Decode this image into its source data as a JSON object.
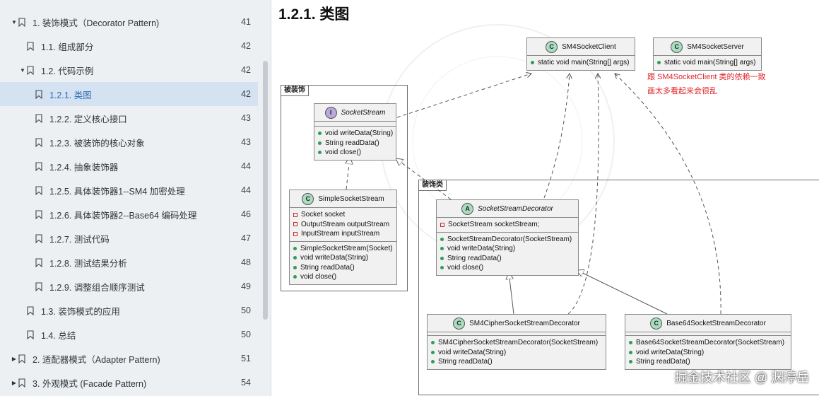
{
  "sidebar": {
    "items": [
      {
        "label": "1. 装饰模式（Decorator Pattern)",
        "page": "41",
        "caret": "▼"
      },
      {
        "label": "1.1. 组成部分",
        "page": "42",
        "caret": ""
      },
      {
        "label": "1.2. 代码示例",
        "page": "42",
        "caret": "▼"
      },
      {
        "label": "1.2.1. 类图",
        "page": "42",
        "caret": ""
      },
      {
        "label": "1.2.2. 定义核心接口",
        "page": "43",
        "caret": ""
      },
      {
        "label": "1.2.3. 被装饰的核心对象",
        "page": "43",
        "caret": ""
      },
      {
        "label": "1.2.4. 抽象装饰器",
        "page": "44",
        "caret": ""
      },
      {
        "label": "1.2.5. 具体装饰器1--SM4 加密处理",
        "page": "44",
        "caret": ""
      },
      {
        "label": "1.2.6. 具体装饰器2--Base64 编码处理",
        "page": "46",
        "caret": ""
      },
      {
        "label": "1.2.7. 测试代码",
        "page": "47",
        "caret": ""
      },
      {
        "label": "1.2.8. 测试结果分析",
        "page": "48",
        "caret": ""
      },
      {
        "label": "1.2.9. 调整组合顺序测试",
        "page": "49",
        "caret": ""
      },
      {
        "label": "1.3. 装饰模式的应用",
        "page": "50",
        "caret": ""
      },
      {
        "label": "1.4. 总结",
        "page": "50",
        "caret": ""
      },
      {
        "label": "2. 适配器模式（Adapter Pattern)",
        "page": "51",
        "caret": "▶"
      },
      {
        "label": "3. 外观模式 (Facade Pattern)",
        "page": "54",
        "caret": "▶"
      }
    ]
  },
  "main": {
    "title": "1.2.1. 类图",
    "packages": {
      "decorated": "被装饰",
      "decorators": "装饰类"
    },
    "classes": {
      "client": {
        "badge": "C",
        "name": "SM4SocketClient",
        "methods": [
          "static void main(String[] args)"
        ]
      },
      "server": {
        "badge": "C",
        "name": "SM4SocketServer",
        "methods": [
          "static void main(String[] args)"
        ]
      },
      "socketStream": {
        "badge": "I",
        "name": "SocketStream",
        "methods": [
          "void writeData(String)",
          "String readData()",
          "void close()"
        ]
      },
      "simple": {
        "badge": "C",
        "name": "SimpleSocketStream",
        "fields": [
          "Socket socket",
          "OutputStream outputStream",
          "InputStream inputStream"
        ],
        "methods": [
          "SimpleSocketStream(Socket)",
          "void writeData(String)",
          "String readData()",
          "void close()"
        ]
      },
      "decorator": {
        "badge": "A",
        "name": "SocketStreamDecorator",
        "fields": [
          "SocketStream socketStream;"
        ],
        "methods": [
          "SocketStreamDecorator(SocketStream)",
          "void writeData(String)",
          "String readData()",
          "void close()"
        ]
      },
      "sm4": {
        "badge": "C",
        "name": "SM4CipherSocketStreamDecorator",
        "methods": [
          "SM4CipherSocketStreamDecorator(SocketStream)",
          "void writeData(String)",
          "String readData()"
        ]
      },
      "base64": {
        "badge": "C",
        "name": "Base64SocketStreamDecorator",
        "methods": [
          "Base64SocketStreamDecorator(SocketStream)",
          "void writeData(String)",
          "String readData()"
        ]
      }
    },
    "note": {
      "line1": "跟 SM4SocketClient 类的依赖一致",
      "line2": "画太多看起来会很乱"
    },
    "watermark": "掘金技术社区 @ 渊渟岳"
  },
  "colors": {
    "accent": "#2d6cb6",
    "active_bg": "#d4e2f2",
    "note": "#e0262b",
    "class_bg": "#f1f1f1",
    "badge_class": "#a9dcc0",
    "badge_interface": "#b9a9dd"
  },
  "icons": {
    "toc_item": "bookmark-icon",
    "expand": "caret-icon",
    "class_badge": "class-badge-icon"
  }
}
